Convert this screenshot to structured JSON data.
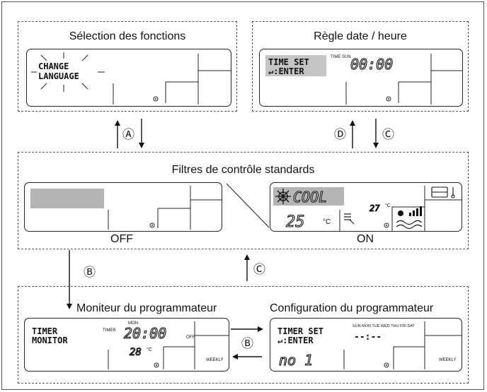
{
  "panels": {
    "function_selection": {
      "title": "Sélection des fonctions",
      "display": {
        "line1": "CHANGE",
        "line2": "LANGUAGE"
      }
    },
    "date_time": {
      "title": "Règle date / heure",
      "display": {
        "line1": "TIME SET",
        "line2": "↵:ENTER",
        "indicator": "TIME SUN",
        "time": "00:00"
      }
    },
    "standard_control": {
      "title": "Filtres de contrôle standards",
      "off_caption": "OFF",
      "on_caption": "ON",
      "on_display": {
        "mode": "COOL",
        "set_temp": "25",
        "unit": "°C",
        "room_temp": "27",
        "room_unit": "°C"
      }
    },
    "timer_monitor": {
      "title": "Moniteur du programmateur",
      "display": {
        "line1": "TIMER",
        "line2": "MONITOR",
        "label_timer": "TIMER",
        "day": "MON",
        "time": "20:00",
        "off_label": "OFF",
        "temp": "28",
        "unit": "°C",
        "weekly": "WEEKLY"
      }
    },
    "timer_config": {
      "title": "Configuration du programmateur",
      "display": {
        "line1": "TIMER SET",
        "line2": "↵:ENTER",
        "days": "SUN MON TUE WED THU FRI SAT",
        "time": "--:--",
        "number": "no 1",
        "weekly": "WEEKLY"
      }
    }
  },
  "transitions": {
    "a": "Ⓐ",
    "b_left": "Ⓑ",
    "b_middle": "Ⓑ",
    "c_top": "Ⓒ",
    "c_middle": "Ⓒ",
    "d": "Ⓓ"
  }
}
